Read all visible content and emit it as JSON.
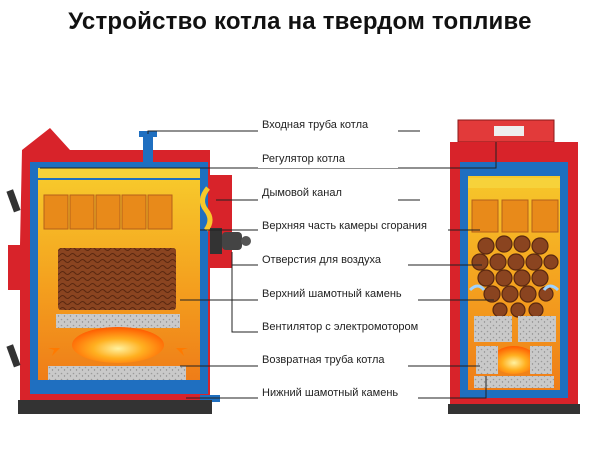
{
  "title": "Устройство котла на твердом топливе",
  "labels": [
    {
      "id": "inlet-pipe",
      "text": "Входная труба котла"
    },
    {
      "id": "boiler-regulator",
      "text": "Регулятор котла"
    },
    {
      "id": "flue-channel",
      "text": "Дымовой канал"
    },
    {
      "id": "upper-combustion-chamber",
      "text": "Верхняя часть камеры сгорания"
    },
    {
      "id": "air-holes",
      "text": "Отверстия для воздуха"
    },
    {
      "id": "upper-fireclay-stone",
      "text": "Верхний шамотный камень"
    },
    {
      "id": "fan-motor",
      "text": "Вентилятор с электромотором"
    },
    {
      "id": "return-pipe",
      "text": "Возвратная труба котла"
    },
    {
      "id": "lower-fireclay-stone",
      "text": "Нижний шамотный камень"
    }
  ],
  "colors": {
    "casing_red": "#d8232a",
    "water_jacket_blue": "#1f6fc0",
    "chamber_orange": "#f29a1e",
    "chamber_yellow": "#f7c82b",
    "wood_brown": "#7a3a1a",
    "fire": "#ff6a00",
    "stone_gray": "#b8b8b8",
    "label_text": "#222222"
  }
}
